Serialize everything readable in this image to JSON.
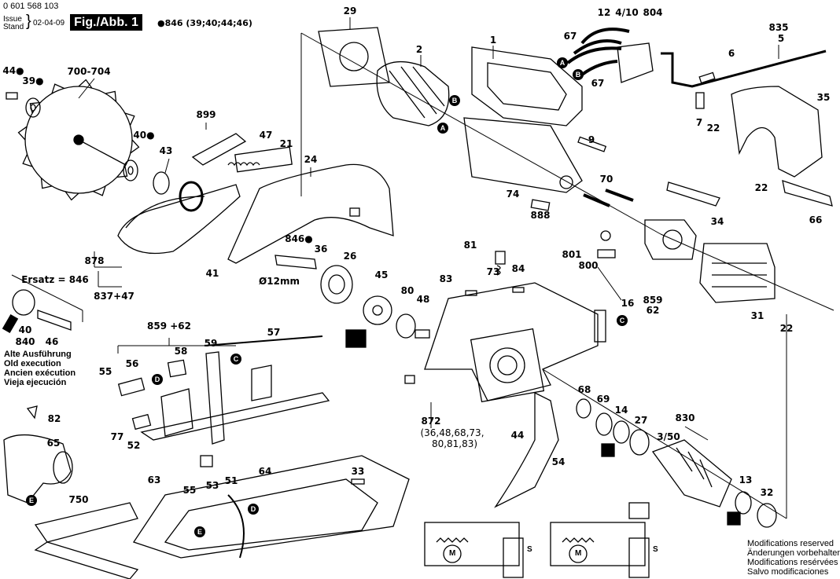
{
  "header": {
    "part_number": "0 601 568 103",
    "issue_label": "Issue",
    "stand_label": "Stand",
    "date": "02-04-09",
    "figure_title": "Fig./Abb. 1",
    "kit_note": "●846 (39;40;44;46)"
  },
  "diagram": {
    "labels": [
      "29",
      "2",
      "1",
      "12",
      "4/10",
      "804",
      "835",
      "5",
      "67",
      "67",
      "6",
      "35",
      "7",
      "22",
      "9",
      "22",
      "70",
      "74",
      "888",
      "34",
      "66",
      "44●",
      "39●",
      "700-704",
      "899",
      "47",
      "21",
      "24",
      "40●",
      "43",
      "878",
      "837+47",
      "846●",
      "36",
      "26",
      "41",
      "Ø12mm",
      "81",
      "84",
      "83",
      "73",
      "801",
      "800",
      "16",
      "45",
      "80",
      "48",
      "859",
      "62",
      "31",
      "22",
      "859 +62",
      "57",
      "58",
      "59",
      "56",
      "55",
      "68",
      "69",
      "14",
      "27",
      "830",
      "3/50",
      "872",
      "44",
      "54",
      "77",
      "52",
      "82",
      "65",
      "63",
      "51",
      "55",
      "53",
      "33",
      "64",
      "750",
      "13",
      "32"
    ],
    "assembly_872_contents": [
      "(36,48,68,73,",
      "80,81,83)"
    ],
    "badges": [
      "A",
      "A",
      "B",
      "B",
      "C",
      "C",
      "D",
      "D",
      "E",
      "E"
    ]
  },
  "old_execution": {
    "replacement": "Ersatz = 846",
    "part_40": "40",
    "part_840": "840",
    "part_46": "46",
    "notes": [
      "Alte Ausführung",
      "Old execution",
      "Ancien exécution",
      "Vieja ejecución"
    ]
  },
  "footer": {
    "notes": [
      "Modifications reserved",
      "Änderungen vorbehalten",
      "Modifications resérvées",
      "Salvo modificaciones"
    ]
  },
  "wiring": {
    "motor_symbol": "M",
    "terminal_symbol": "S"
  }
}
